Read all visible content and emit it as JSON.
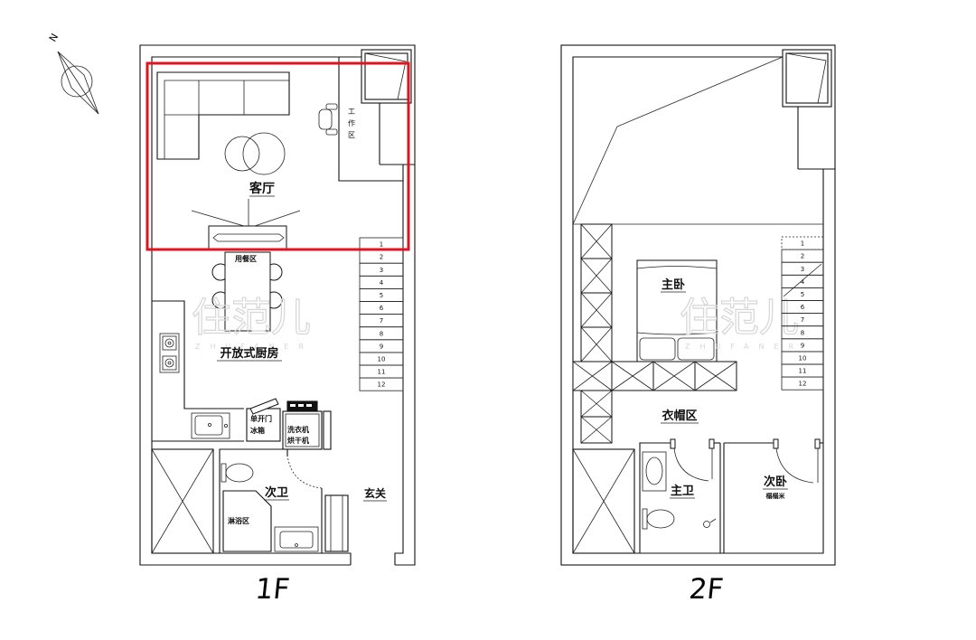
{
  "compass": {
    "north": "N"
  },
  "floor_1": {
    "label": "1F",
    "living_room": "客厅",
    "work_area": [
      "工",
      "作",
      "区"
    ],
    "dining_area": "用餐区",
    "kitchen": "开放式厨房",
    "fridge": [
      "单开门",
      "冰箱"
    ],
    "washer_dryer": [
      "洗衣机",
      "烘干机"
    ],
    "secondary_bath": "次卫",
    "shower_area": "淋浴区",
    "entrance": "玄关",
    "stair_steps": [
      "1",
      "2",
      "3",
      "4",
      "5",
      "6",
      "7",
      "8",
      "9",
      "10",
      "11",
      "12"
    ]
  },
  "floor_2": {
    "label": "2F",
    "master_bedroom": "主卧",
    "walk_in_closet": "衣帽区",
    "master_bath": "主卫",
    "second_bedroom": "次卧",
    "tatami": "榻榻米",
    "stair_steps": [
      "1",
      "2",
      "3",
      "4",
      "5",
      "6",
      "7",
      "8",
      "9",
      "10",
      "11",
      "12"
    ]
  },
  "watermark": {
    "logo": "住范儿",
    "latin": "ZHUFANER"
  },
  "colors": {
    "line": "#111111",
    "highlight": "#e0141e",
    "watermark": "#d6d6d6",
    "muted_label": "#555555"
  }
}
